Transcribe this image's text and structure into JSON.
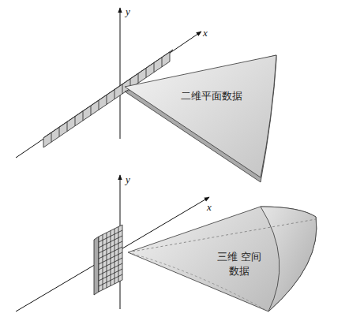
{
  "diagram": {
    "nodes": [
      {
        "text": [
          "二维平面数据"
        ]
      },
      {
        "text": [
          "三维 空间数据"
        ]
      }
    ],
    "labels": [
      "y",
      "x",
      "y",
      "x"
    ]
  }
}
